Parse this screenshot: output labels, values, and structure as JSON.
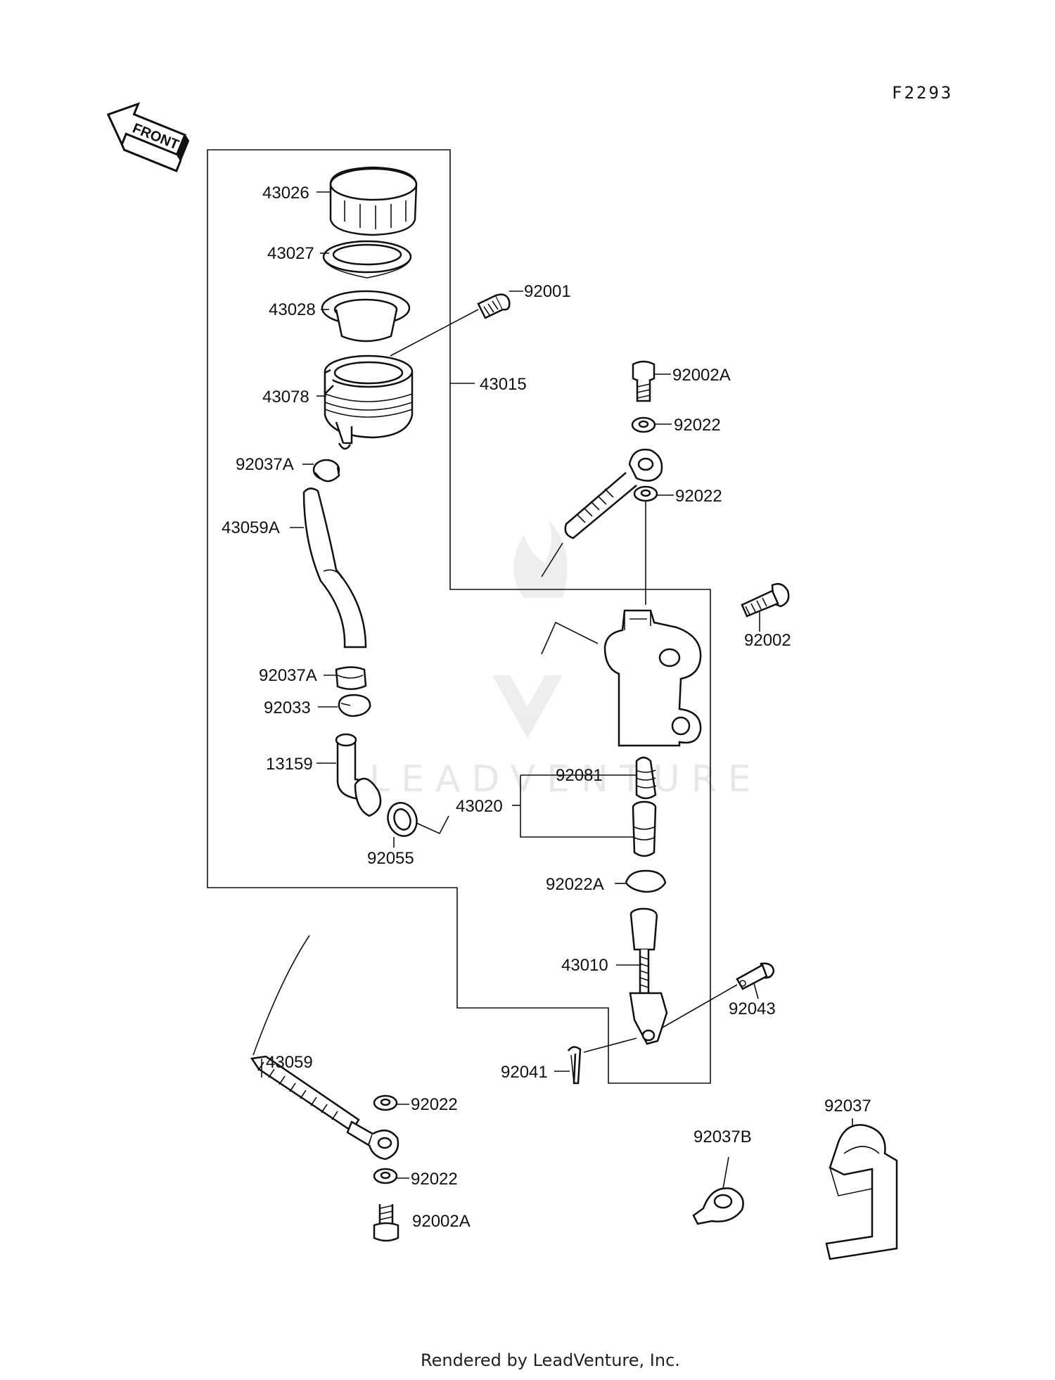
{
  "diagram_code": "F2293",
  "front_arrow_label": "FRONT",
  "watermark": "LEADVENTURE",
  "footer": "Rendered by LeadVenture, Inc.",
  "labels": [
    {
      "id": "43026",
      "text": "43026"
    },
    {
      "id": "43027",
      "text": "43027"
    },
    {
      "id": "43028",
      "text": "43028"
    },
    {
      "id": "92001",
      "text": "92001"
    },
    {
      "id": "43078",
      "text": "43078"
    },
    {
      "id": "43015",
      "text": "43015"
    },
    {
      "id": "92002A-top",
      "text": "92002A"
    },
    {
      "id": "92022-a",
      "text": "92022"
    },
    {
      "id": "92022-b",
      "text": "92022"
    },
    {
      "id": "92037A-top",
      "text": "92037A"
    },
    {
      "id": "43059A",
      "text": "43059A"
    },
    {
      "id": "92002",
      "text": "92002"
    },
    {
      "id": "92037A-bottom",
      "text": "92037A"
    },
    {
      "id": "92033",
      "text": "92033"
    },
    {
      "id": "13159",
      "text": "13159"
    },
    {
      "id": "92081",
      "text": "92081"
    },
    {
      "id": "43020",
      "text": "43020"
    },
    {
      "id": "92055",
      "text": "92055"
    },
    {
      "id": "92022A",
      "text": "92022A"
    },
    {
      "id": "43010",
      "text": "43010"
    },
    {
      "id": "92043",
      "text": "92043"
    },
    {
      "id": "92041",
      "text": "92041"
    },
    {
      "id": "43059",
      "text": "43059"
    },
    {
      "id": "92022-c",
      "text": "92022"
    },
    {
      "id": "92022-d",
      "text": "92022"
    },
    {
      "id": "92002A-bottom",
      "text": "92002A"
    },
    {
      "id": "92037B",
      "text": "92037B"
    },
    {
      "id": "92037",
      "text": "92037"
    }
  ]
}
